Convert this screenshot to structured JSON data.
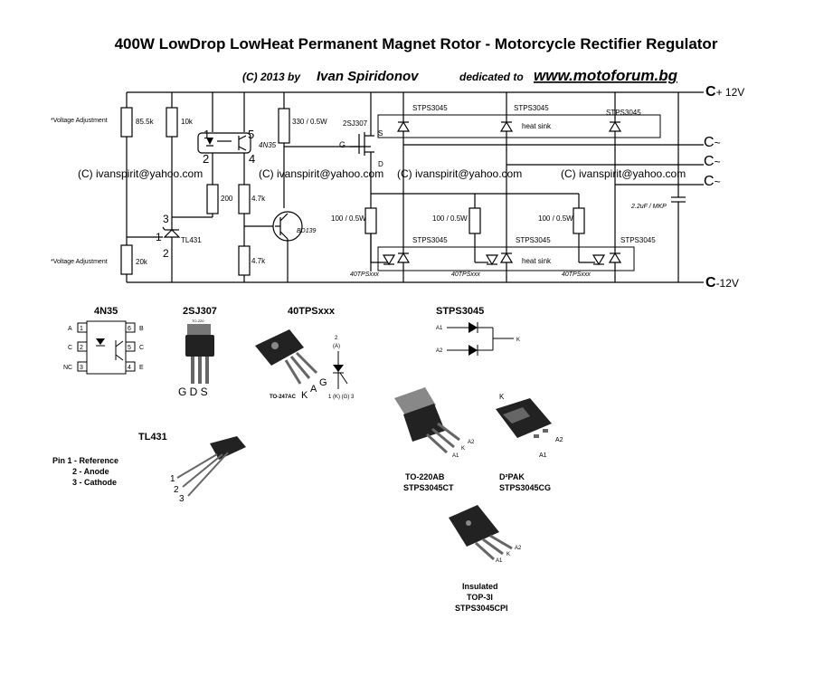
{
  "title": "400W LowDrop LowHeat Permanent Magnet Rotor - Motorcycle Rectifier Regulator",
  "credit": {
    "copyright": "(C) 2013  by",
    "author": "Ivan Spiridonov",
    "dedicated": "dedicated to",
    "site": "www.motoforum.bg"
  },
  "email": "(C) ivanspirit@yahoo.com",
  "rails": {
    "pos": "+ 12V",
    "neg": "-12V",
    "ac": "~"
  },
  "labels": {
    "voltage_adj": "*Voltage Adjustment",
    "r85k": "85.5k",
    "r10k": "10k",
    "r20k": "20k",
    "r200": "200",
    "r47a": "4.7k",
    "r47b": "4.7k",
    "r330": "330 / 0.5W",
    "r100": "100 / 0.5W",
    "opto": "4N35",
    "pin1": "1",
    "pin2": "2",
    "pin4": "4",
    "pin5": "5",
    "tl431": "TL431",
    "tl_pin1": "1",
    "tl_pin2": "2",
    "tl_pin3": "3",
    "bd139": "BD139",
    "mosfet": "2SJ307",
    "g": "G",
    "s": "S",
    "d": "D",
    "stps": "STPS3045",
    "heatsink": "heat sink",
    "scr": "40TPSxxx",
    "cap": "2.2uF / MKP"
  },
  "parts": {
    "n4n35": "4N35",
    "n2sj307": "2SJ307",
    "n40tps": "40TPSxxx",
    "nstps": "STPS3045",
    "opto_pins": {
      "a": "A",
      "c": "C",
      "nc": "NC",
      "b": "B",
      "c2": "C",
      "e": "E",
      "p1": "1",
      "p2": "2",
      "p3": "3",
      "p4": "4",
      "p5": "5",
      "p6": "6"
    },
    "gds": "G  D  S",
    "to220sj": "TO-220",
    "to247": "TO-247AC",
    "tps_k": "K",
    "tps_a": "A",
    "tps_g": "G",
    "tps_sym_top": "2",
    "tps_sym_a": "(A)",
    "tps_sym_bot": "1 (K)   (G) 3",
    "a1": "A1",
    "a2": "A2",
    "k": "K",
    "to220ab": "TO-220AB",
    "ct": "STPS3045CT",
    "d2pak": "D²PAK",
    "cg": "STPS3045CG",
    "insulated": "Insulated",
    "top3i": "TOP-3I",
    "cpi": "STPS3045CPI",
    "tl431": "TL431",
    "pin_desc": [
      "Pin 1 - Reference",
      "2 - Anode",
      "3 - Cathode"
    ],
    "tl_legs": [
      "1",
      "2",
      "3"
    ]
  }
}
